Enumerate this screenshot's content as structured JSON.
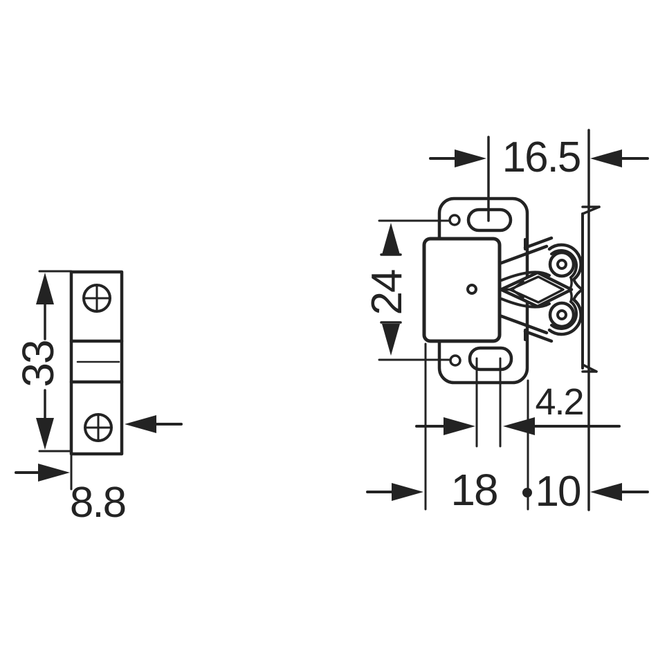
{
  "drawing": {
    "title": "roller-catch-technical-drawing",
    "background": "#ffffff",
    "ink": "#232323",
    "side_view": {
      "height_label": "33",
      "width_label": "8.8"
    },
    "front_view": {
      "slot_to_strike_label": "16.5",
      "hole_spacing_label": "24",
      "slot_width_label": "4.2",
      "width_label": "18",
      "strike_depth_label": "10"
    }
  }
}
